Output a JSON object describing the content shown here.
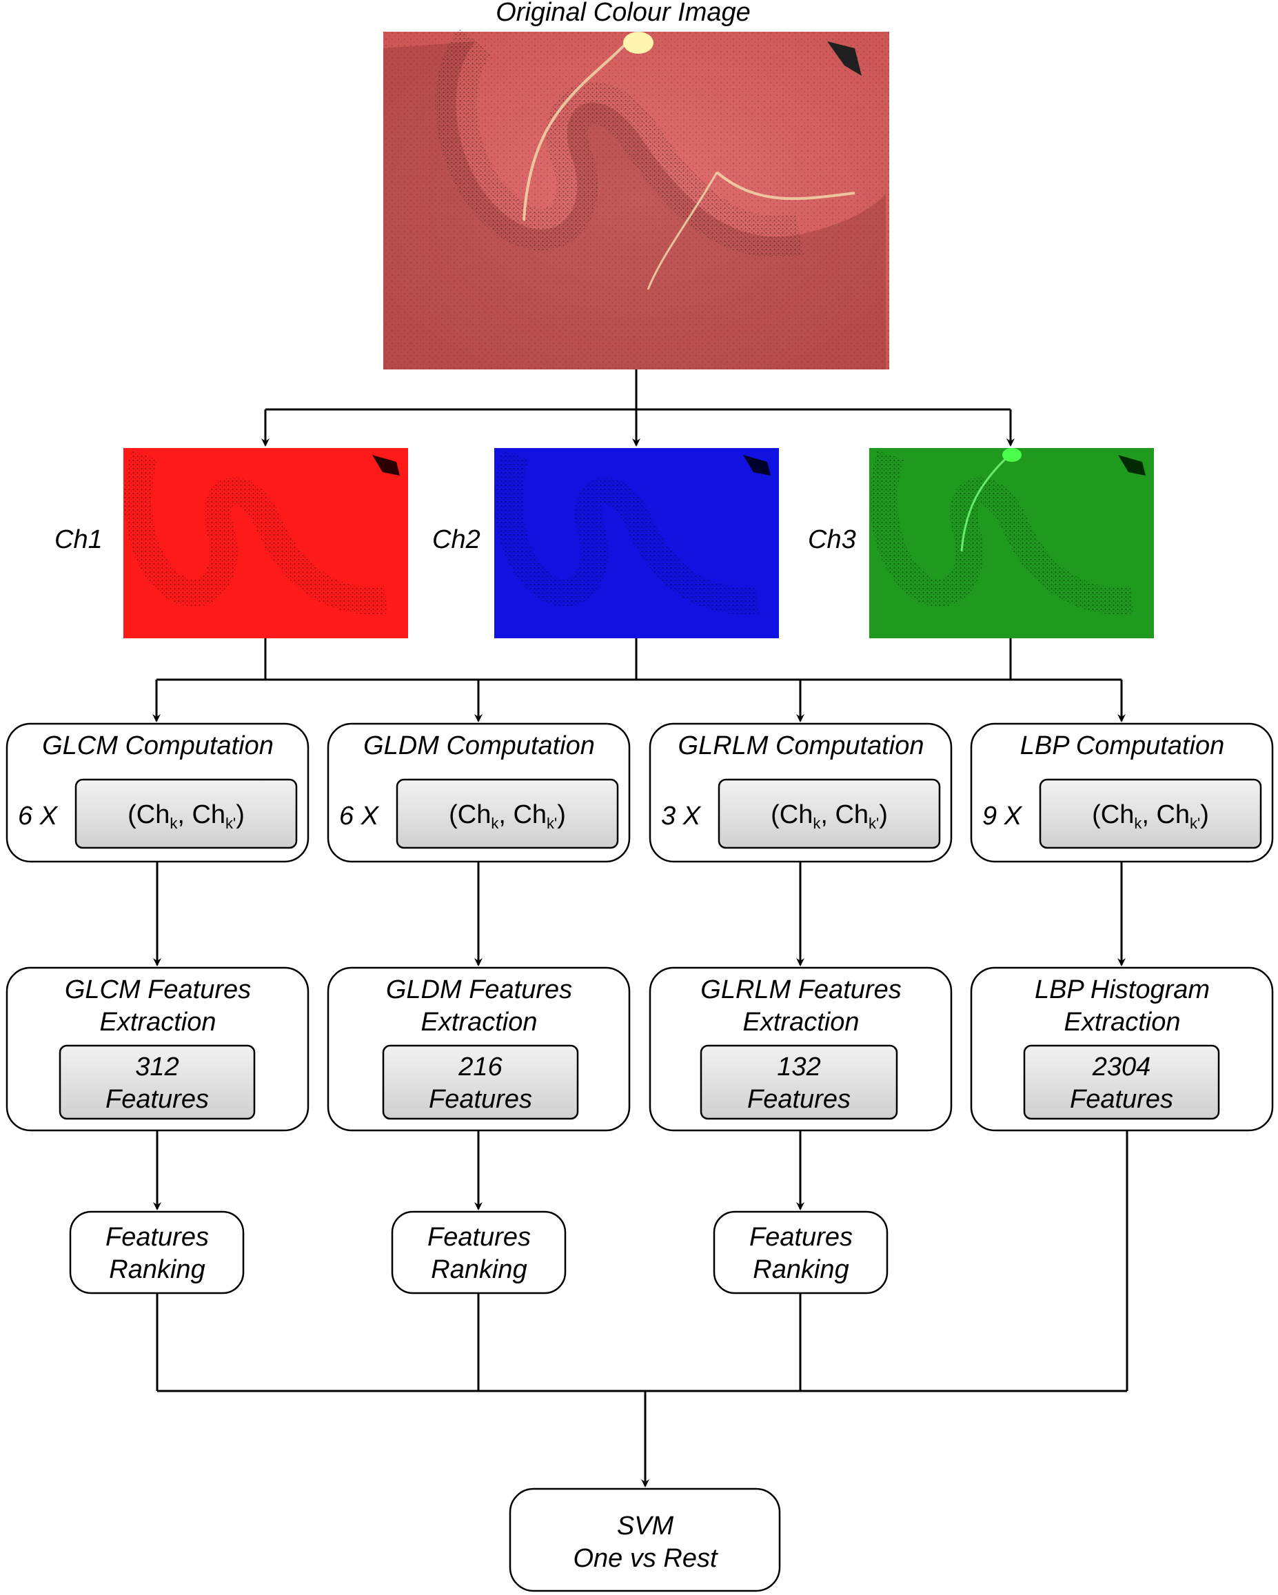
{
  "original_image": {
    "title": "Original Colour Image"
  },
  "channels": [
    {
      "label": "Ch1",
      "color": "#ff1a1a"
    },
    {
      "label": "Ch2",
      "color": "#1111e0"
    },
    {
      "label": "Ch3",
      "color": "#1f9a1f"
    }
  ],
  "computations": [
    {
      "title": "GLCM Computation",
      "multiplier": "6 X",
      "pair_main": "(Ch",
      "pair_sub1": "k",
      "pair_mid": ", Ch",
      "pair_sub2": "k'",
      "pair_end": ")"
    },
    {
      "title": "GLDM Computation",
      "multiplier": "6 X",
      "pair_main": "(Ch",
      "pair_sub1": "k",
      "pair_mid": ", Ch",
      "pair_sub2": "k'",
      "pair_end": ")"
    },
    {
      "title": "GLRLM Computation",
      "multiplier": "3 X",
      "pair_main": "(Ch",
      "pair_sub1": "k",
      "pair_mid": ", Ch",
      "pair_sub2": "k'",
      "pair_end": ")"
    },
    {
      "title": "LBP Computation",
      "multiplier": "9 X",
      "pair_main": "(Ch",
      "pair_sub1": "k",
      "pair_mid": ", Ch",
      "pair_sub2": "k'",
      "pair_end": ")"
    }
  ],
  "extractions": [
    {
      "line1": "GLCM Features",
      "line2": "Extraction",
      "count": "312",
      "count_label": "Features"
    },
    {
      "line1": "GLDM Features",
      "line2": "Extraction",
      "count": "216",
      "count_label": "Features"
    },
    {
      "line1": "GLRLM Features",
      "line2": "Extraction",
      "count": "132",
      "count_label": "Features"
    },
    {
      "line1": "LBP Histogram",
      "line2": "Extraction",
      "count": "2304",
      "count_label": "Features"
    }
  ],
  "rankings": [
    {
      "line1": "Features",
      "line2": "Ranking"
    },
    {
      "line1": "Features",
      "line2": "Ranking"
    },
    {
      "line1": "Features",
      "line2": "Ranking"
    }
  ],
  "classifier": {
    "line1": "SVM",
    "line2": "One vs Rest"
  }
}
